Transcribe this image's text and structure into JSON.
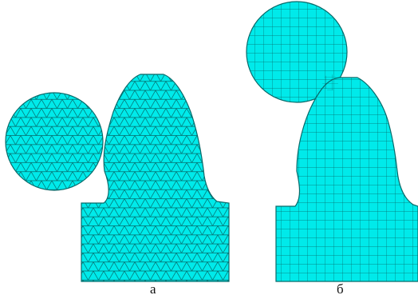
{
  "figure": {
    "panels": [
      {
        "id": "a",
        "caption": "а",
        "mesh_type": "triangular",
        "parts": [
          "roller",
          "tooth"
        ]
      },
      {
        "id": "b",
        "caption": "б",
        "mesh_type": "quadrilateral",
        "parts": [
          "roller",
          "tooth"
        ]
      }
    ]
  },
  "colors": {
    "mesh_fill": "#00eaea",
    "mesh_line": "#066a6a",
    "background": "#ffffff",
    "text": "#111111"
  }
}
